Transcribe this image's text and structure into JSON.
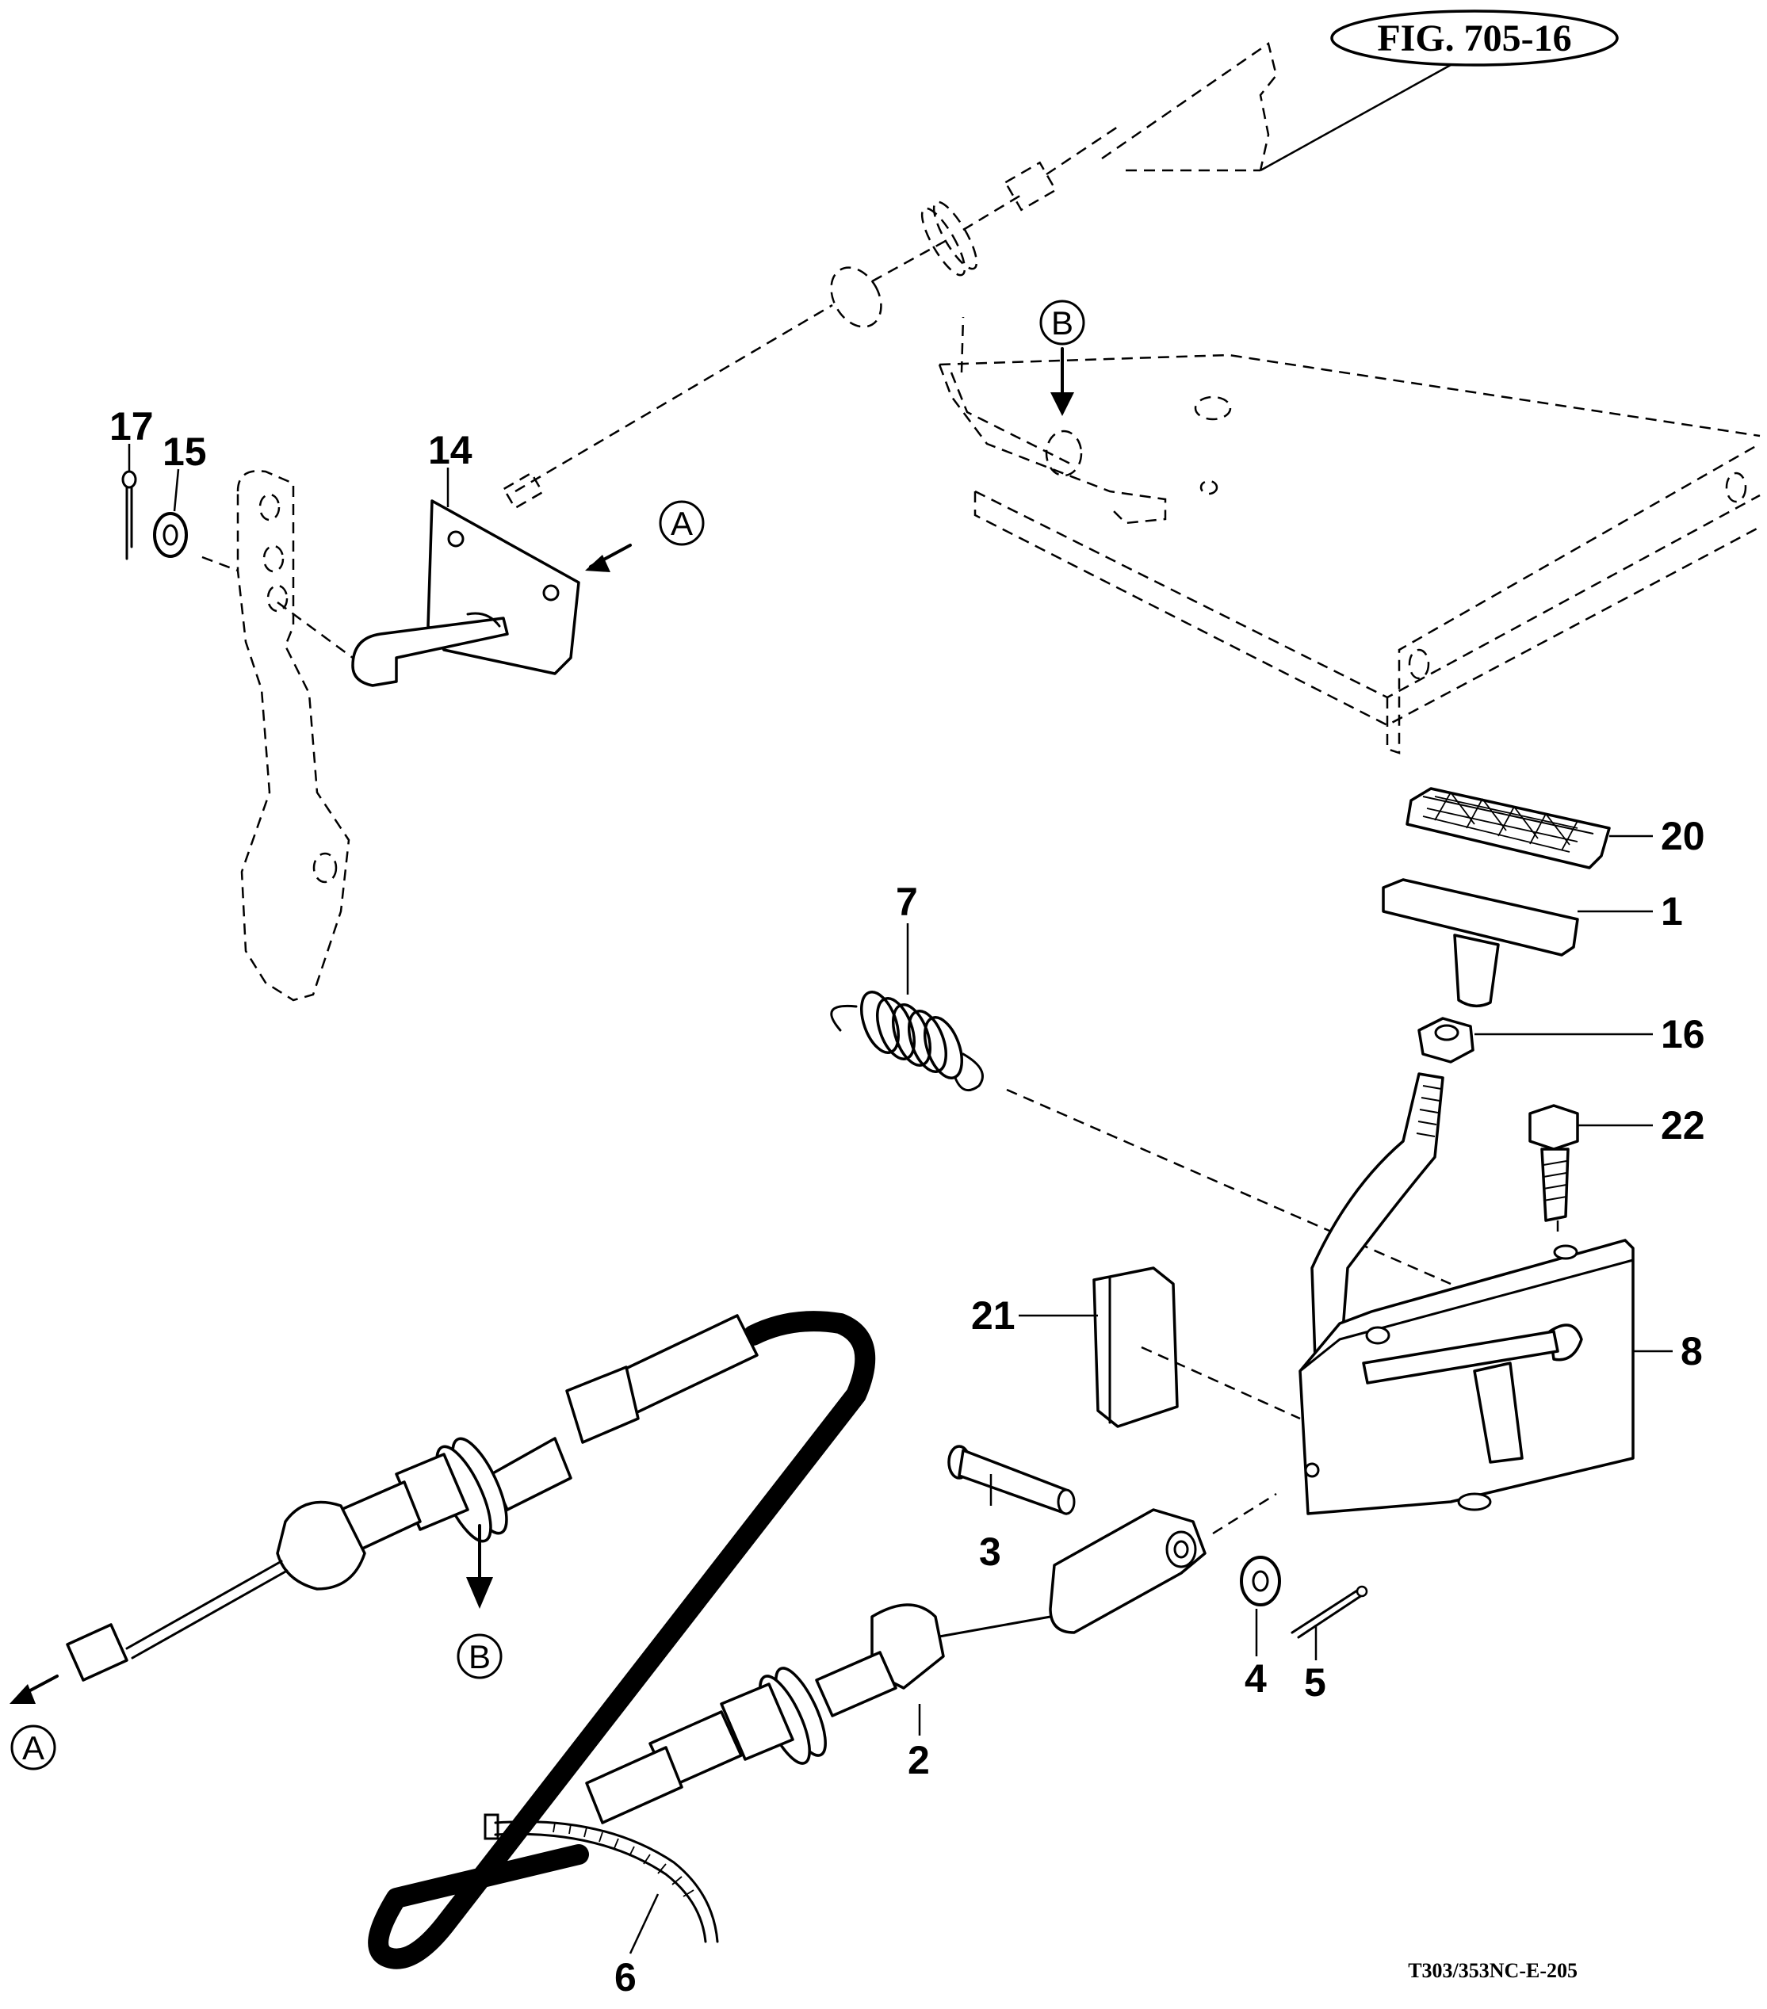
{
  "figure": {
    "label": "FIG. 705-16",
    "drawing_code": "T303/353NC-E-205"
  },
  "reference_markers": [
    "A",
    "B"
  ],
  "part_numbers": [
    "1",
    "2",
    "3",
    "4",
    "5",
    "6",
    "7",
    "8",
    "14",
    "15",
    "16",
    "17",
    "20",
    "21",
    "22"
  ]
}
